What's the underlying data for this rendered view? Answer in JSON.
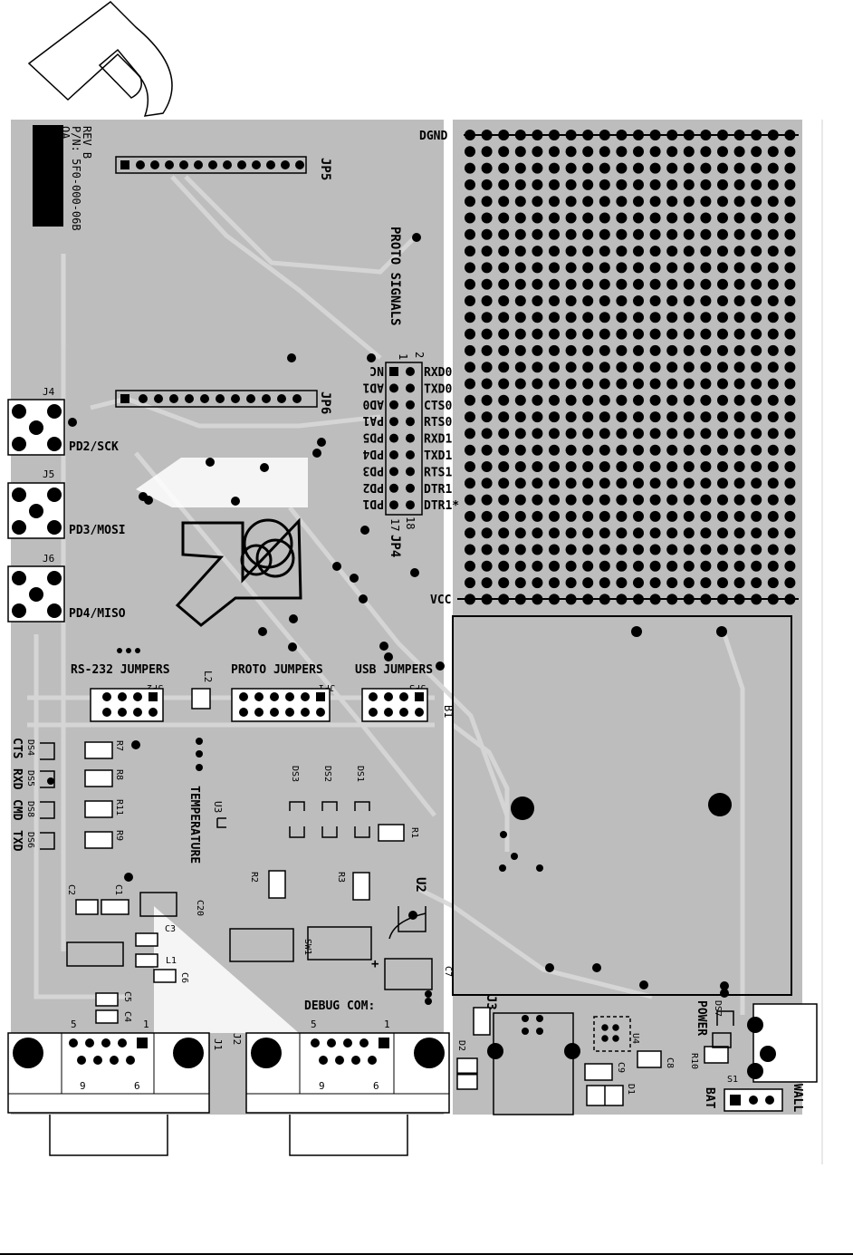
{
  "board": {
    "rev": "REV B",
    "pn": "P/N: 5F0-000-06B",
    "qa": "QA",
    "colors": {
      "board": "#bdbdbd",
      "trace": "#d8d8d8",
      "ink": "#000000",
      "background": "#ffffff"
    }
  },
  "headers": {
    "jp5": "JP5",
    "jp6": "JP6",
    "jp4": "JP4",
    "jp4_pin1": "1",
    "jp4_pin2": "2",
    "jp4_pin17": "17",
    "jp4_pin18": "18"
  },
  "proto_signals_title": "PROTO SIGNALS",
  "proto_left_labels": [
    "NC",
    "AD1",
    "AD0",
    "PA1",
    "PD5",
    "PD4",
    "PD3",
    "PD2",
    "PD1"
  ],
  "proto_right_labels": [
    "RXD0",
    "TXD0",
    "CTS0",
    "RTS0",
    "RXD1",
    "TXD1",
    "RTS1",
    "DTR1",
    "DTR1*"
  ],
  "prototype_area": {
    "dgnd": "DGND",
    "vcc": "VCC"
  },
  "connectors": {
    "j4": "J4",
    "j4_signal": "PD2/SCK",
    "j5": "J5",
    "j5_signal": "PD3/MOSI",
    "j6": "J6",
    "j6_signal": "PD4/MISO",
    "j1": "J1",
    "j2": "J2",
    "j3": "J3",
    "debug_com": "DEBUG COM:"
  },
  "jumpers": {
    "rs232": "RS-232 JUMPERS",
    "proto": "PROTO JUMPERS",
    "usb": "USB JUMPERS",
    "jp1": "JP1",
    "jp2": "JP2",
    "jp3": "JP3"
  },
  "leds_left": {
    "ds": [
      "DS4",
      "DS5",
      "DS8",
      "DS6"
    ],
    "r": [
      "R7",
      "R8",
      "R11",
      "R9"
    ],
    "labels": [
      "CTS",
      "RXD",
      "CMD",
      "TXD"
    ]
  },
  "components": {
    "temperature": "TEMPERATURE",
    "u3": "U3",
    "u2": "U2",
    "u4": "U4",
    "l1": "L1",
    "l2": "L2",
    "ds1": "DS1",
    "ds2": "DS2",
    "ds3": "DS3",
    "r1": "R1",
    "r2": "R2",
    "r3": "R3",
    "c1": "C1",
    "c2": "C2",
    "c3": "C3",
    "c4": "C4",
    "c5": "C5",
    "c6": "C6",
    "c7": "C7",
    "c8": "C8",
    "c9": "C9",
    "c20": "C20",
    "d1": "D1",
    "d2": "D2",
    "b1": "B1",
    "s1": "S1",
    "sw1": "SW1",
    "ds7": "DS7",
    "r10": "R10"
  },
  "power": {
    "power": "POWER",
    "bat": "BAT",
    "wall": "WALL"
  },
  "dsub": {
    "j1_5": "5",
    "j1_1": "1",
    "j1_9": "9",
    "j1_6": "6",
    "j2_5": "5",
    "j2_1": "1",
    "j2_9": "9",
    "j2_6": "6"
  }
}
